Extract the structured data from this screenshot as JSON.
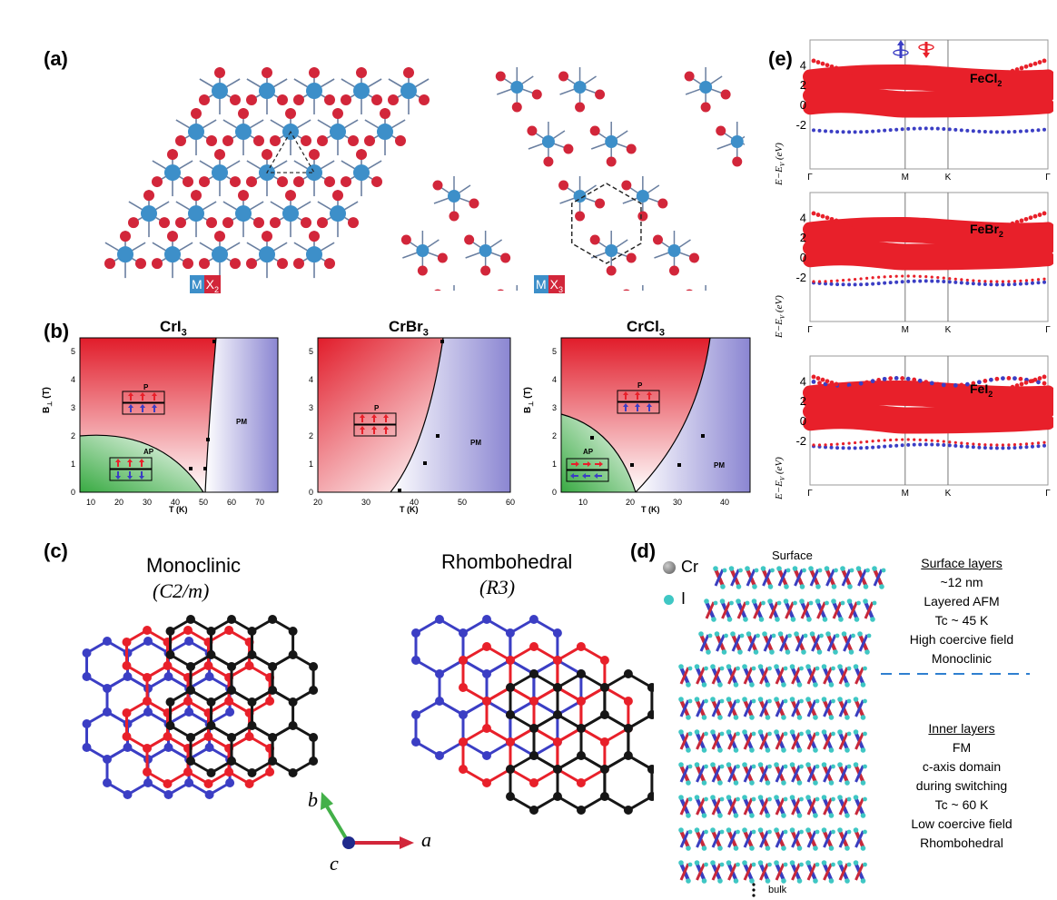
{
  "panels": {
    "a": {
      "label": "(a)",
      "badges": [
        {
          "m": "M",
          "x": "X",
          "sub": "2"
        },
        {
          "m": "M",
          "x": "X",
          "sub": "3"
        }
      ]
    },
    "b": {
      "label": "(b)",
      "plots": [
        {
          "title_main": "CrI",
          "title_sub": "3",
          "xlabel": "T (K)",
          "ylabel_main": "B",
          "ylabel_sub": "⊥",
          "ylabel_tail": " (T)",
          "xticks": [
            "10",
            "20",
            "30",
            "40",
            "50",
            "60",
            "70"
          ],
          "yticks": [
            "0",
            "1",
            "2",
            "3",
            "4",
            "5"
          ],
          "regions": [
            "P",
            "AP",
            "PM"
          ]
        },
        {
          "title_main": "CrBr",
          "title_sub": "3",
          "xlabel": "T (K)",
          "ylabel_main": "",
          "ylabel_sub": "",
          "ylabel_tail": "",
          "xticks": [
            "20",
            "30",
            "40",
            "50",
            "60"
          ],
          "yticks": [
            "0",
            "1",
            "2",
            "3",
            "4",
            "5"
          ],
          "regions": [
            "P",
            "PM"
          ]
        },
        {
          "title_main": "CrCl",
          "title_sub": "3",
          "xlabel": "T (K)",
          "ylabel_main": "B",
          "ylabel_sub": "⊥",
          "ylabel_tail": " (T)",
          "xticks": [
            "10",
            "20",
            "30",
            "40"
          ],
          "yticks": [
            "0",
            "1",
            "2",
            "3",
            "4",
            "5"
          ],
          "regions": [
            "P",
            "AP",
            "PM"
          ]
        }
      ]
    },
    "c": {
      "label": "(c)",
      "mono_title": "Monoclinic",
      "mono_group": "(C2/m)",
      "rhombo_title": "Rhombohedral",
      "rhombo_group": "(R3)",
      "axis_a": "a",
      "axis_b": "b",
      "axis_c": "c"
    },
    "d": {
      "label": "(d)",
      "surface": "Surface",
      "legend_cr": "Cr",
      "legend_i": "I",
      "bulk": "bulk",
      "surface_header": "Surface layers",
      "surface_lines": [
        "~12 nm",
        "Layered AFM",
        "Tc ~ 45 K",
        "High coercive field",
        "Monoclinic"
      ],
      "inner_header": "Inner layers",
      "inner_lines": [
        "FM",
        "c-axis domain",
        "during switching",
        "Tc ~ 60 K",
        "Low coercive field",
        "Rhombohedral"
      ]
    },
    "e": {
      "label": "(e)",
      "ylabel": "E−E",
      "ylabel_sub": "V",
      "ylabel_unit": " (eV)",
      "kpoints": [
        "Γ",
        "M",
        "K",
        "Γ"
      ],
      "yticks": [
        "4",
        "2",
        "0",
        "-2"
      ],
      "materials": [
        {
          "main": "FeCl",
          "sub": "2"
        },
        {
          "main": "FeBr",
          "sub": "2"
        },
        {
          "main": "FeI",
          "sub": "2"
        }
      ]
    }
  },
  "colors": {
    "metal": "#3d8fc9",
    "halogen": "#d2263a",
    "red": "#e8202a",
    "blue": "#3b3ec4",
    "black": "#161616",
    "green": "#43b049",
    "purple": "#9a96d8"
  }
}
